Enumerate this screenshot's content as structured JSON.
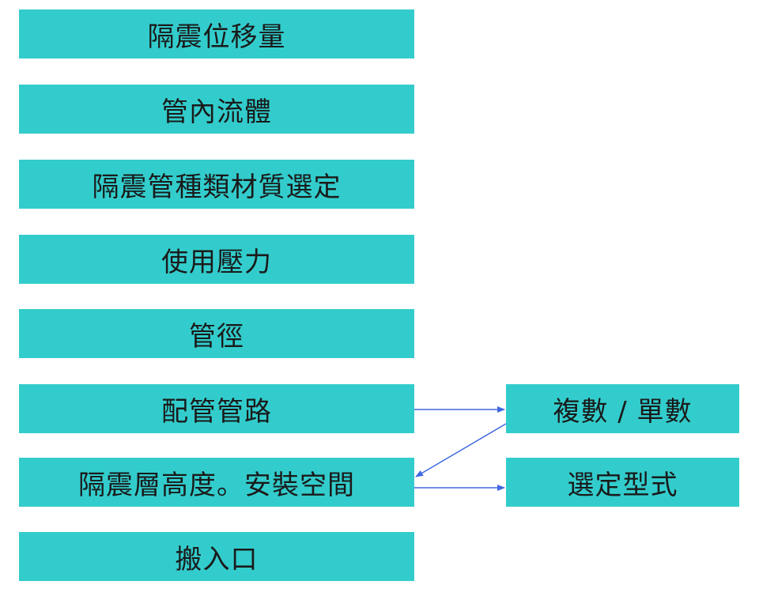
{
  "steps": [
    {
      "label": "隔震位移量"
    },
    {
      "label": "管內流體"
    },
    {
      "label": "隔震管種類材質選定"
    },
    {
      "label": "使用壓力"
    },
    {
      "label": "管徑"
    },
    {
      "label": "配管管路"
    },
    {
      "label": "隔震層高度。安裝空間"
    },
    {
      "label": "搬入口"
    }
  ],
  "side_nodes": [
    {
      "label": "複數 / 單數"
    },
    {
      "label": "選定型式"
    }
  ],
  "colors": {
    "box_fill": "#33CCCC",
    "arrow": "#4169E1",
    "text": "#1a1a1a"
  }
}
